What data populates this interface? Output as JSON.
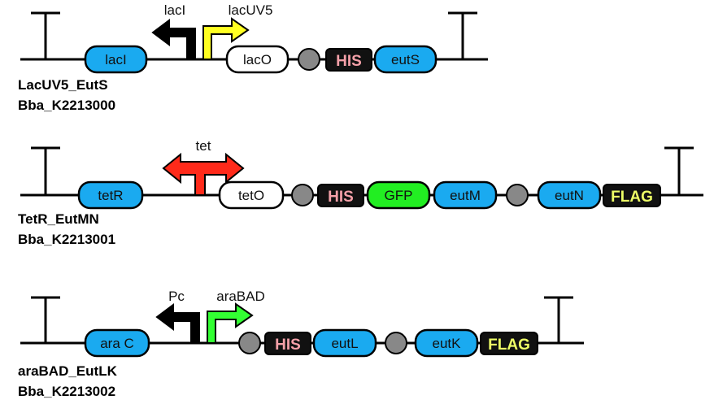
{
  "constructs": [
    {
      "name": "LacUV5_EutS",
      "id": "Bba_K2213000",
      "parts": [
        {
          "kind": "cds",
          "label": "lacI",
          "color": "#1aaaf0"
        },
        {
          "kind": "promoter_rev",
          "label": "lacI",
          "color": "#000000"
        },
        {
          "kind": "promoter_fwd",
          "label": "lacUV5",
          "color": "#ffff22"
        },
        {
          "kind": "operator",
          "label": "lacO",
          "color": "#ffffff"
        },
        {
          "kind": "rbs",
          "color": "#888888"
        },
        {
          "kind": "tag",
          "label": "HIS",
          "color": "#f4a0a8"
        },
        {
          "kind": "cds",
          "label": "eutS",
          "color": "#1aaaf0"
        }
      ]
    },
    {
      "name": "TetR_EutMN",
      "id": "Bba_K2213001",
      "parts": [
        {
          "kind": "cds",
          "label": "tetR",
          "color": "#1aaaf0"
        },
        {
          "kind": "bidir_promoter",
          "label": "tet",
          "color": "#ff2a1a"
        },
        {
          "kind": "operator",
          "label": "tetO",
          "color": "#ffffff"
        },
        {
          "kind": "rbs",
          "color": "#888888"
        },
        {
          "kind": "tag",
          "label": "HIS",
          "color": "#f4a0a8"
        },
        {
          "kind": "cds",
          "label": "GFP",
          "color": "#22ee22"
        },
        {
          "kind": "cds",
          "label": "eutM",
          "color": "#1aaaf0"
        },
        {
          "kind": "rbs",
          "color": "#888888"
        },
        {
          "kind": "cds",
          "label": "eutN",
          "color": "#1aaaf0"
        },
        {
          "kind": "tag",
          "label": "FLAG",
          "color": "#eeff66"
        }
      ]
    },
    {
      "name": "araBAD_EutLK",
      "id": "Bba_K2213002",
      "parts": [
        {
          "kind": "cds",
          "label": "ara C",
          "color": "#1aaaf0"
        },
        {
          "kind": "promoter_rev",
          "label": "Pc",
          "color": "#000000"
        },
        {
          "kind": "promoter_fwd",
          "label": "araBAD",
          "color": "#33ff33"
        },
        {
          "kind": "rbs",
          "color": "#888888"
        },
        {
          "kind": "tag",
          "label": "HIS",
          "color": "#f4a0a8"
        },
        {
          "kind": "cds",
          "label": "eutL",
          "color": "#1aaaf0"
        },
        {
          "kind": "rbs",
          "color": "#888888"
        },
        {
          "kind": "cds",
          "label": "eutK",
          "color": "#1aaaf0"
        },
        {
          "kind": "tag",
          "label": "FLAG",
          "color": "#eeff66"
        }
      ]
    }
  ]
}
